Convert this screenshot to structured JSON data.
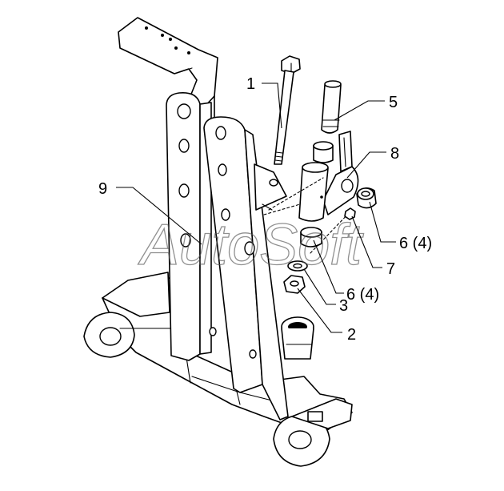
{
  "watermark": "AutoSoft",
  "callouts": [
    {
      "id": "c1",
      "label": "1"
    },
    {
      "id": "c2",
      "label": "2"
    },
    {
      "id": "c3",
      "label": "3"
    },
    {
      "id": "c5",
      "label": "5"
    },
    {
      "id": "c6a",
      "label": "6 (4)"
    },
    {
      "id": "c6b",
      "label": "6 (4)"
    },
    {
      "id": "c7",
      "label": "7"
    },
    {
      "id": "c8",
      "label": "8"
    },
    {
      "id": "c9",
      "label": "9"
    }
  ]
}
